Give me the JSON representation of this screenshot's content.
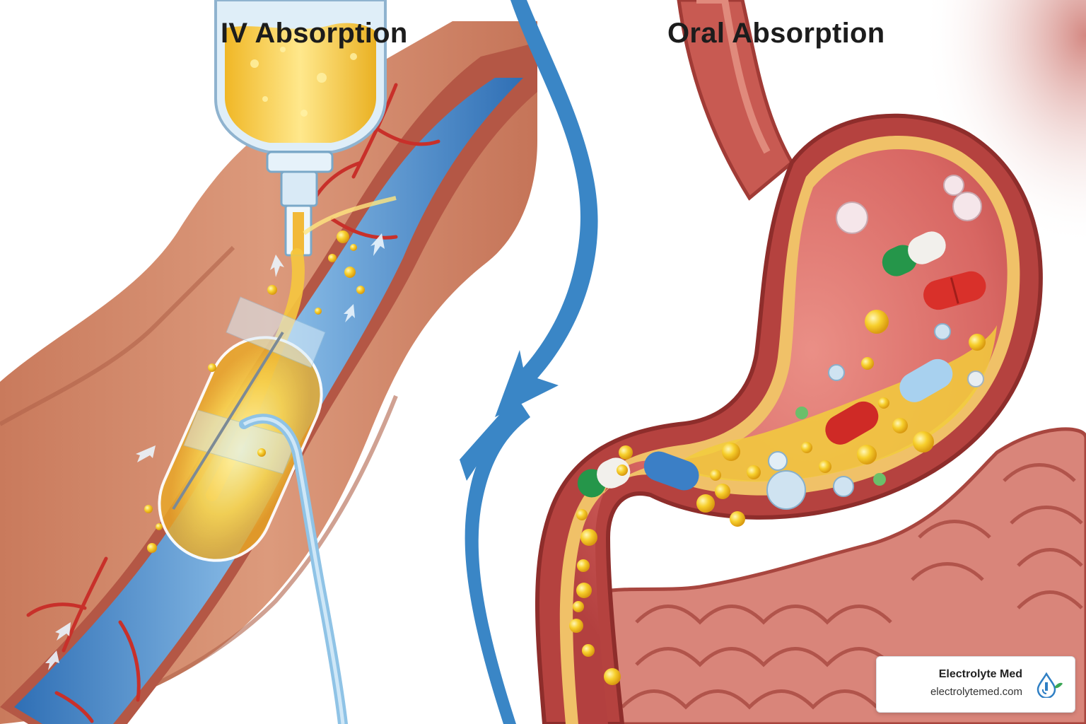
{
  "titles": {
    "iv": "IV Absorption",
    "oral": "Oral Absorption"
  },
  "badge": {
    "name": "Electrolyte Med",
    "url": "electrolytemed.com"
  },
  "colors": {
    "skin": "#d4896a",
    "vein_blue": "#3f86c9",
    "fluid_yellow": "#f3c53a",
    "stomach_red": "#c8504f",
    "arrow_blue": "#3a86c6"
  }
}
